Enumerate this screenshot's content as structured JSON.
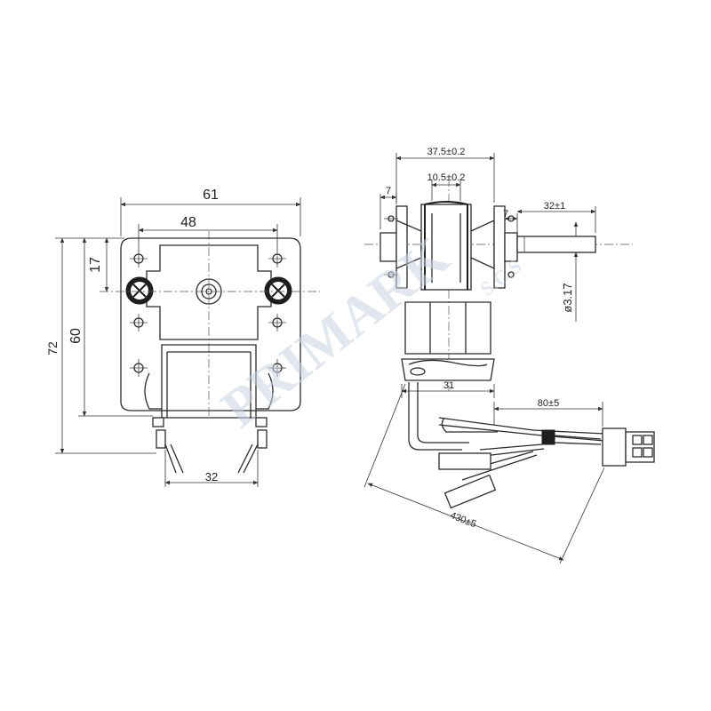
{
  "front_view": {
    "dim_overall_width": "61",
    "dim_hole_spacing": "48",
    "dim_top_to_shaft": "17",
    "dim_frame_height": "60",
    "dim_overall_height": "72",
    "dim_base_width": "32"
  },
  "side_view": {
    "dim_body_length": "37.5±0.2",
    "dim_coil_width": "10.5±0.2",
    "dim_left_flange": "7",
    "dim_right_flange": "7",
    "dim_shaft_length": "32±1",
    "dim_shaft_diameter": "ø3.17",
    "dim_bracket": "31",
    "dim_wire_to_connector": "80±5",
    "dim_total_lead": "430±5"
  },
  "watermark": {
    "brand": "PRIMARK",
    "suffix": "S.C.S"
  },
  "colors": {
    "line": "#2b2b2b",
    "watermark": "#c9d3e3"
  }
}
